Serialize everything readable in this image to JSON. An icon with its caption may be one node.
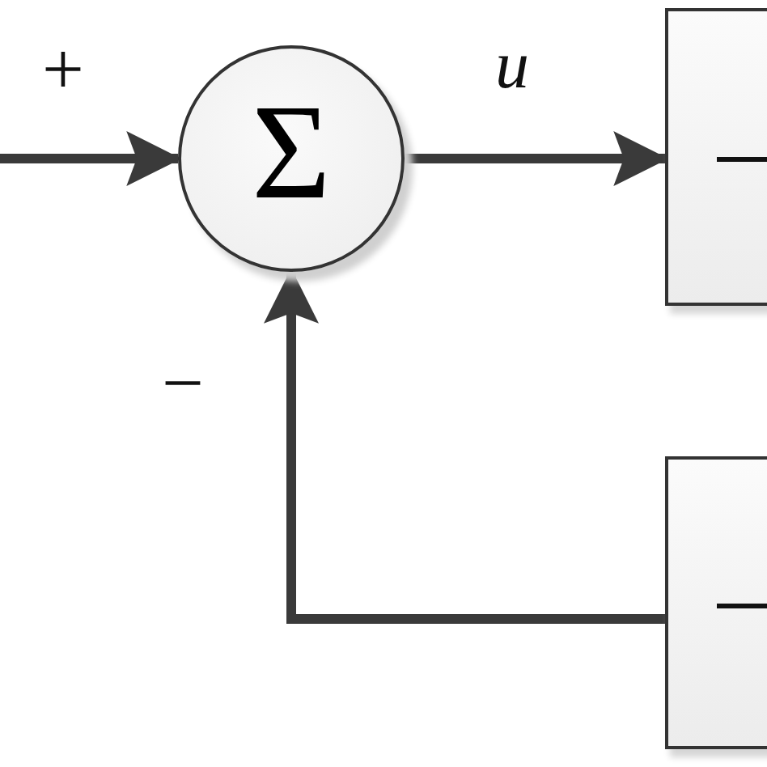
{
  "diagram": {
    "nodes": [
      {
        "text": [
          "Σ"
        ]
      },
      {
        "text": [],
        "shape": "box"
      },
      {
        "text": [],
        "shape": "box"
      }
    ],
    "edges": [
      {
        "from": null,
        "to": 0,
        "arrow": "to"
      },
      {
        "from": 0,
        "to": 1,
        "label": "u",
        "arrow": "to"
      },
      {
        "from": 2,
        "to": 0,
        "arrow": "to"
      }
    ],
    "labels": [
      "+",
      "−"
    ]
  }
}
